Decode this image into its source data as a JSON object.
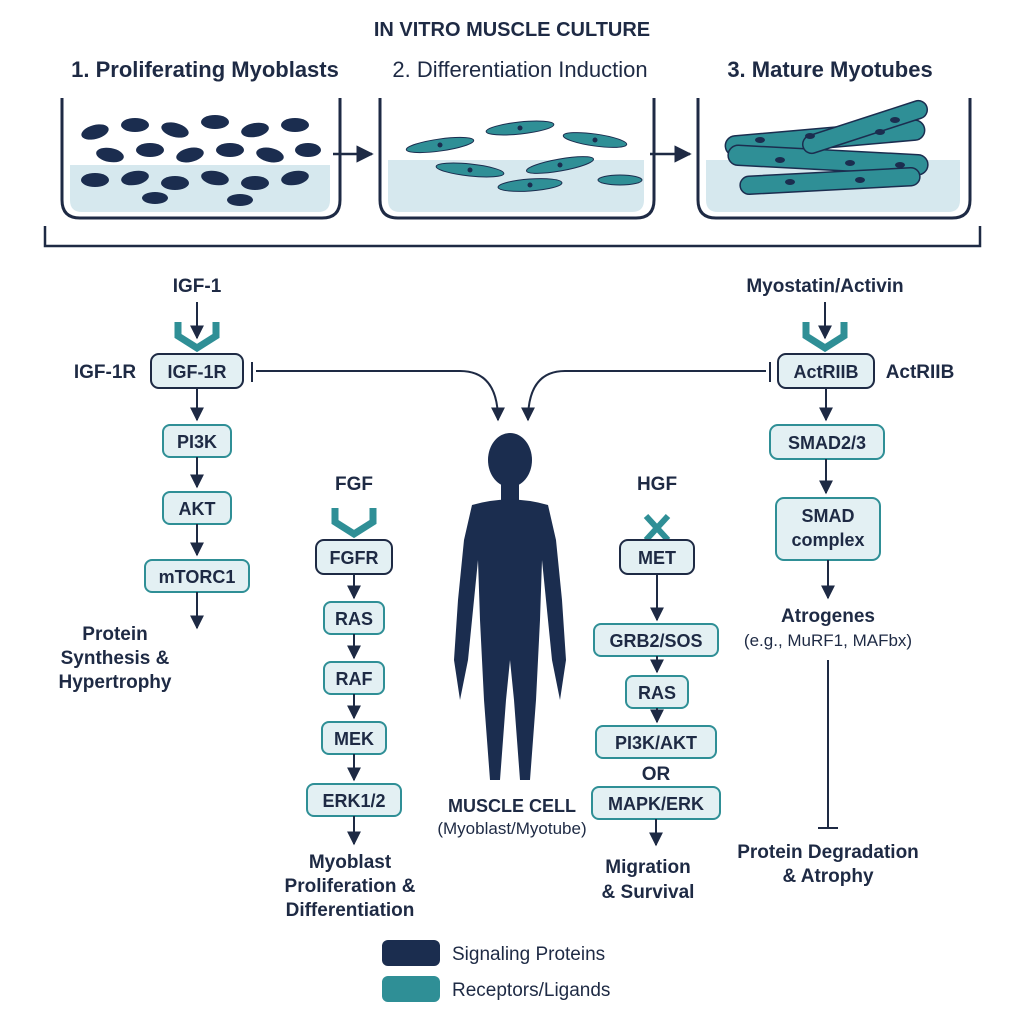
{
  "title": "IN VITRO MUSCLE CULTURE",
  "stages": [
    {
      "label": "1. Proliferating Myoblasts"
    },
    {
      "label": "2. Differentiation Induction"
    },
    {
      "label": "3. Mature Myotubes"
    }
  ],
  "igf": {
    "ligand": "IGF-1",
    "receptor_side_label": "IGF-1R",
    "nodes": [
      "IGF-1R",
      "PI3K",
      "AKT",
      "mTORC1"
    ],
    "outcome": [
      "Protein",
      "Synthesis &",
      "Hypertrophy"
    ]
  },
  "fgf": {
    "ligand": "FGF",
    "nodes": [
      "FGFR",
      "RAS",
      "RAF",
      "MEK",
      "ERK1/2"
    ],
    "outcome": [
      "Myoblast",
      "Proliferation &",
      "Differentiation"
    ]
  },
  "hgf": {
    "ligand": "HGF",
    "nodes": [
      "MET",
      "GRB2/SOS",
      "RAS",
      "PI3K/AKT",
      "MAPK/ERK"
    ],
    "or_label": "OR",
    "outcome": [
      "Migration",
      "& Survival"
    ]
  },
  "myostatin": {
    "ligand": "Myostatin/Activin",
    "receptor_side_label": "ActRIIB",
    "nodes": [
      "ActRIIB",
      "SMAD2/3",
      "SMAD",
      "complex"
    ],
    "atrogenes": "Atrogenes",
    "atrogenes_examples": "(e.g., MuRF1, MAFbx)",
    "outcome": [
      "Protein Degradation",
      "& Atrophy"
    ]
  },
  "center": {
    "label": "MUSCLE CELL",
    "sublabel": "(Myoblast/Myotube)"
  },
  "legend": [
    {
      "label": "Signaling Proteins",
      "color": "#1b2d4f"
    },
    {
      "label": "Receptors/Ligands",
      "color": "#2f8f96"
    }
  ],
  "colors": {
    "navy": "#1b2d4f",
    "teal": "#2f8f96",
    "node_fill": "#e3f0f3",
    "medium": "#d6e8ee"
  }
}
